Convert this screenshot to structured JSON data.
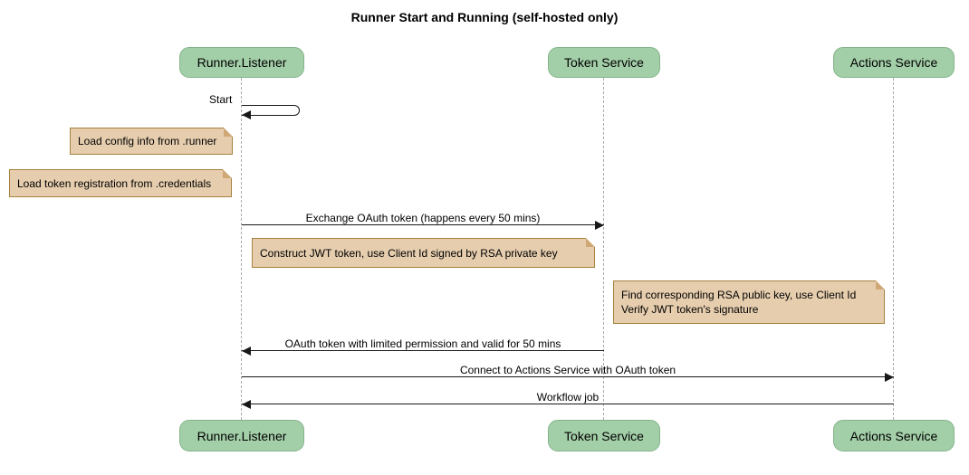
{
  "title": "Runner Start and Running (self-hosted only)",
  "colors": {
    "background": "#FFFFFF",
    "text": "#000000",
    "participant_fill": "#A3CFA8",
    "participant_border": "#84B48B",
    "note_fill": "#E6CDAE",
    "note_border": "#A5813F",
    "lifeline": "#AAAAAA",
    "arrow": "#181818"
  },
  "participants": [
    {
      "name": "Runner.Listener"
    },
    {
      "name": "Token Service"
    },
    {
      "name": "Actions Service"
    }
  ],
  "messages": [
    {
      "label": "Start",
      "from": "Runner.Listener",
      "to": "Runner.Listener",
      "type": "self"
    },
    {
      "label": "Exchange OAuth token (happens every 50 mins)",
      "from": "Runner.Listener",
      "to": "Token Service",
      "type": "solid-arrow"
    },
    {
      "label": "OAuth token with limited permission and valid for 50 mins",
      "from": "Token Service",
      "to": "Runner.Listener",
      "type": "solid-arrow"
    },
    {
      "label": "Connect to Actions Service with OAuth token",
      "from": "Runner.Listener",
      "to": "Actions Service",
      "type": "solid-arrow"
    },
    {
      "label": "Workflow job",
      "from": "Actions Service",
      "to": "Runner.Listener",
      "type": "solid-arrow"
    }
  ],
  "notes": [
    {
      "text": "Load config info from .runner",
      "attached_to": "Runner.Listener"
    },
    {
      "text": "Load token registration from .credentials",
      "attached_to": "Runner.Listener"
    },
    {
      "text": "Construct JWT token, use Client Id signed by RSA private key",
      "attached_to": "Token Service"
    },
    {
      "text": "Find corresponding RSA public key, use Client Id\nVerify JWT token's signature",
      "attached_to": "Token Service"
    }
  ]
}
